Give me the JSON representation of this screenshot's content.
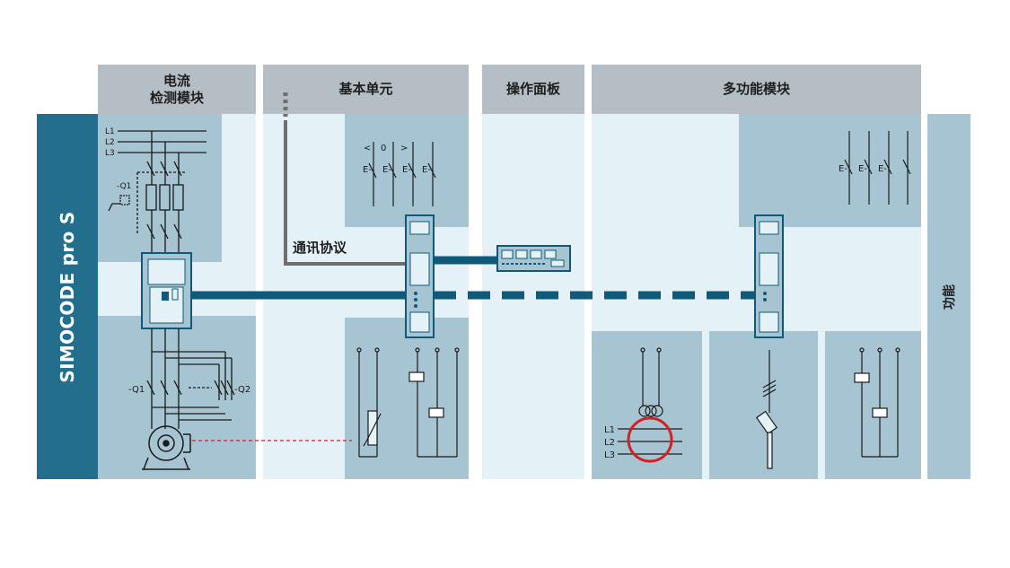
{
  "brand": {
    "title": "SIMOCODE pro S"
  },
  "columns": {
    "current_module": {
      "line1": "电流",
      "line2": "检测模块"
    },
    "basic_unit": {
      "label": "基本单元"
    },
    "operator_panel": {
      "label": "操作面板"
    },
    "multifunction_module": {
      "label": "多功能模块"
    }
  },
  "side_label": "功能",
  "comm_label": "通讯协议",
  "phases": [
    "L1",
    "L2",
    "L3"
  ],
  "breaker_labels": {
    "q1_top": "-Q1",
    "q1": "-Q1",
    "q2": "-Q2"
  },
  "switch_symbols": {
    "left": "<",
    "zero": "0",
    "right": ">",
    "e": "E-"
  },
  "colors": {
    "brand_bg": "#236e8c",
    "header_bg": "#b4bec4",
    "panel_light": "#e4f1f7",
    "panel_mid": "#a6c4d2",
    "bus": "#0f5a7a",
    "ground_fault_ring": "#d42020",
    "dashed_link": "#c82828"
  },
  "icons": [
    "contactor-icon",
    "basic-unit-module-icon",
    "operator-panel-icon",
    "multifunction-module-icon",
    "motor-icon",
    "thermistor-icon",
    "temperature-sensor-icon",
    "ground-fault-transformer-icon",
    "relay-coil-icon",
    "digital-input-icon",
    "digital-output-icon"
  ]
}
